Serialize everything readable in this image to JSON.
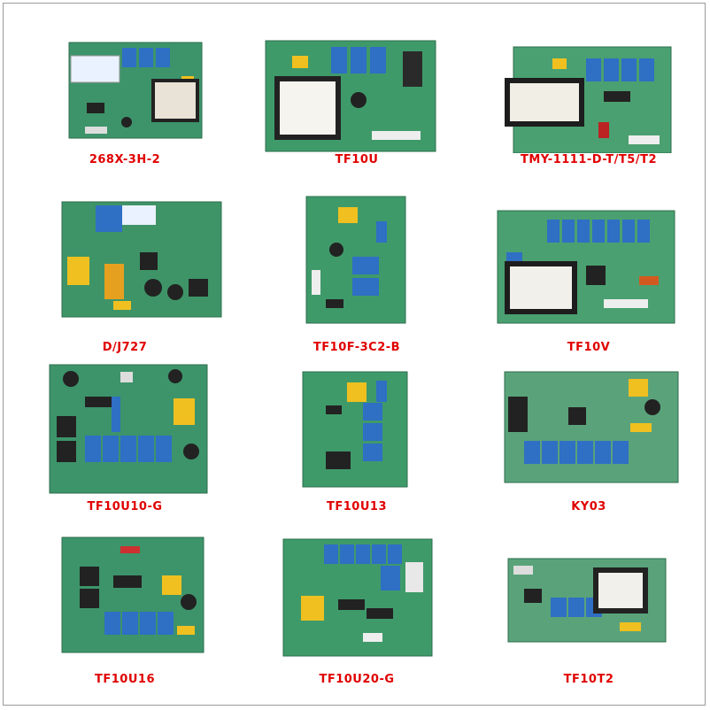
{
  "boards": [
    {
      "label": "268X-3H-2"
    },
    {
      "label": "TF10U"
    },
    {
      "label": "TMY-1111-D-T/T5/T2"
    },
    {
      "label": "D/J727"
    },
    {
      "label": "TF10F-3C2-B"
    },
    {
      "label": "TF10V"
    },
    {
      "label": "TF10U10-G"
    },
    {
      "label": "TF10U13"
    },
    {
      "label": "KY03"
    },
    {
      "label": "TF10U16"
    },
    {
      "label": "TF10U20-G"
    },
    {
      "label": "TF10T2"
    }
  ],
  "colors": {
    "label": "#e00000",
    "pcb": "#3f9a6a",
    "relay": "#2f6fc4",
    "transformer": "#f0c020",
    "background": "#ffffff"
  }
}
